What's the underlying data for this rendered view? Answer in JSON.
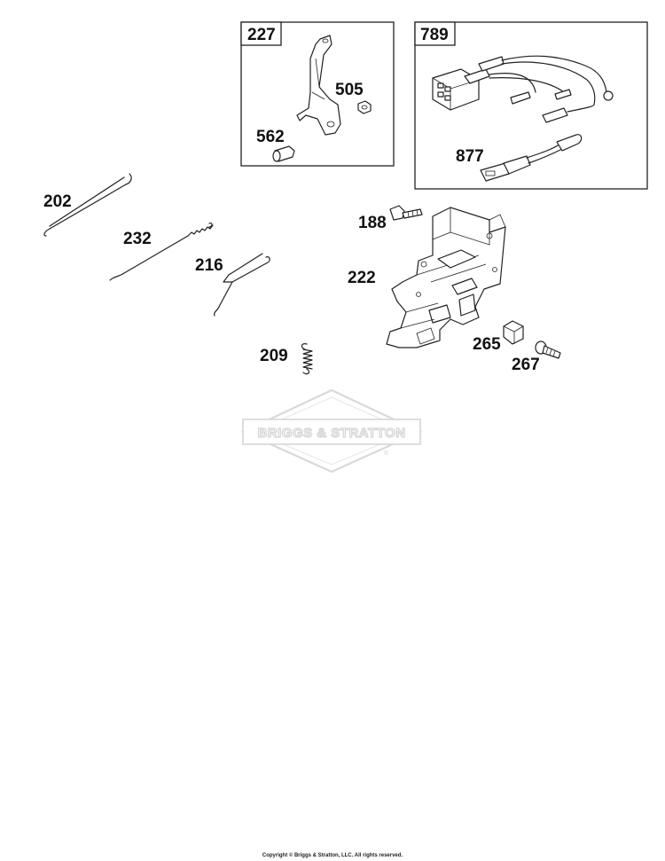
{
  "diagram": {
    "boxes": [
      {
        "id": "box-227",
        "number": "227",
        "contains": [
          "505",
          "562"
        ]
      },
      {
        "id": "box-789",
        "number": "789",
        "contains": [
          "877"
        ]
      }
    ],
    "callouts": {
      "c505": "505",
      "c562": "562",
      "c877": "877",
      "c202": "202",
      "c232": "232",
      "c216": "216",
      "c209": "209",
      "c188": "188",
      "c222": "222",
      "c265": "265",
      "c267": "267"
    },
    "watermark": {
      "text": "BRIGGS & STRATTON",
      "registered": "®"
    },
    "copyright": "Copyright © Briggs & Stratton, LLC. All rights reserved."
  }
}
